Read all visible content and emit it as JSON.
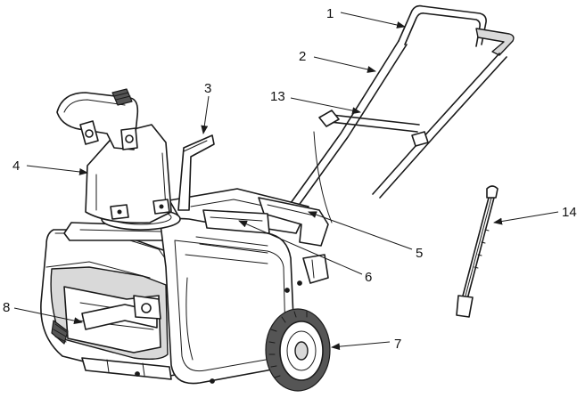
{
  "callouts": {
    "c1": "1",
    "c2": "2",
    "c3": "3",
    "c4": "4",
    "c5": "5",
    "c6": "6",
    "c7": "7",
    "c8": "8",
    "c13": "13",
    "c14": "14"
  },
  "colors": {
    "line": "#1a1a1a",
    "tire": "#555555",
    "shade": "#d9d9d9"
  }
}
